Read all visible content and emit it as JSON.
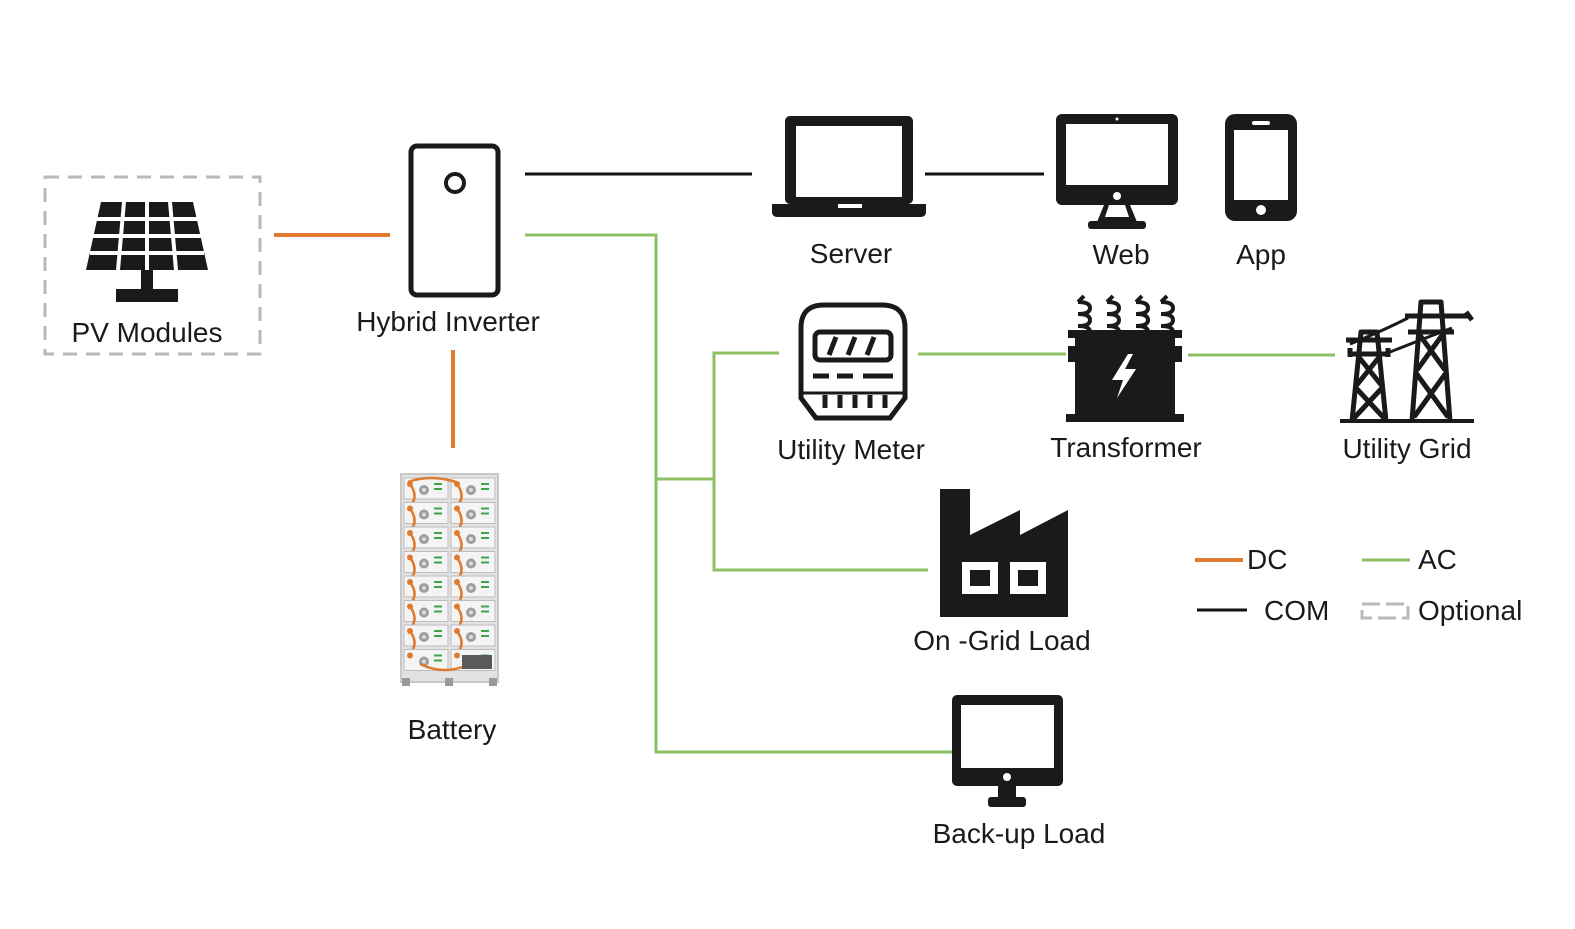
{
  "nodes": {
    "pv_modules": "PV Modules",
    "hybrid_inverter": "Hybrid Inverter",
    "battery": "Battery",
    "server": "Server",
    "web": "Web",
    "app": "App",
    "utility_meter": "Utility Meter",
    "transformer": "Transformer",
    "utility_grid": "Utility Grid",
    "on_grid_load": "On -Grid Load",
    "backup_load": "Back-up Load"
  },
  "legend": {
    "dc": "DC",
    "ac": "AC",
    "com": "COM",
    "optional": "Optional"
  },
  "colors": {
    "dc": "#e07a2e",
    "ac": "#8cc063",
    "com": "#111111",
    "optional": "#b9b9b9",
    "icon": "#1a1a1a"
  },
  "icons": [
    "solar-panel-icon",
    "inverter-icon",
    "battery-rack-icon",
    "laptop-icon",
    "monitor-icon",
    "smartphone-icon",
    "electric-meter-icon",
    "transformer-icon",
    "transmission-tower-icon",
    "factory-icon",
    "display-icon"
  ]
}
